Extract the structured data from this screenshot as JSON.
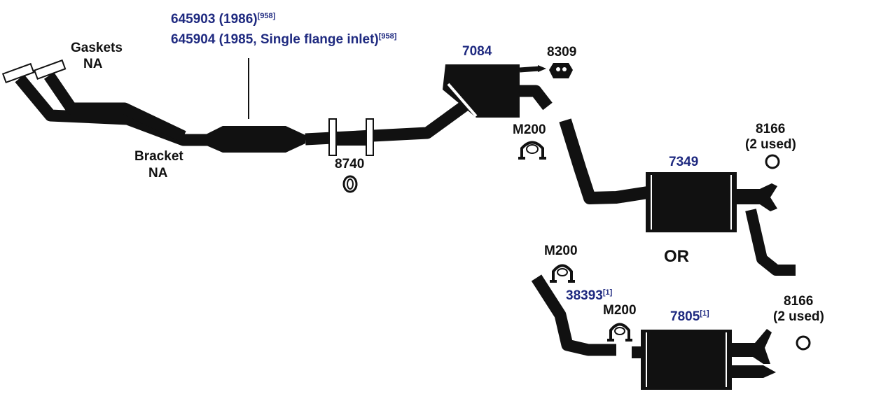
{
  "colors": {
    "part": "#111111",
    "link": "#1f2a80",
    "background": "#ffffff"
  },
  "labels": {
    "gaskets": "Gaskets",
    "gaskets_na": "NA",
    "bracket": "Bracket",
    "bracket_na": "NA",
    "part_8740": "8740",
    "part_8309": "8309",
    "m200_upper": "M200",
    "m200_lower_left": "M200",
    "m200_lower_right": "M200",
    "part_8166_upper": "8166",
    "used_upper": "(2 used)",
    "part_8166_lower": "8166",
    "used_lower": "(2 used)",
    "or": "OR"
  },
  "links": {
    "converter_1986": {
      "text": "645903 (1986)",
      "ref": "[958]"
    },
    "converter_1985": {
      "text": "645904 (1985, Single flange inlet)",
      "ref": "[958]"
    },
    "part_7084": {
      "text": "7084"
    },
    "part_7349": {
      "text": "7349"
    },
    "part_38393": {
      "text": "38393",
      "ref": "[1]"
    },
    "part_7805": {
      "text": "7805",
      "ref": "[1]"
    }
  }
}
